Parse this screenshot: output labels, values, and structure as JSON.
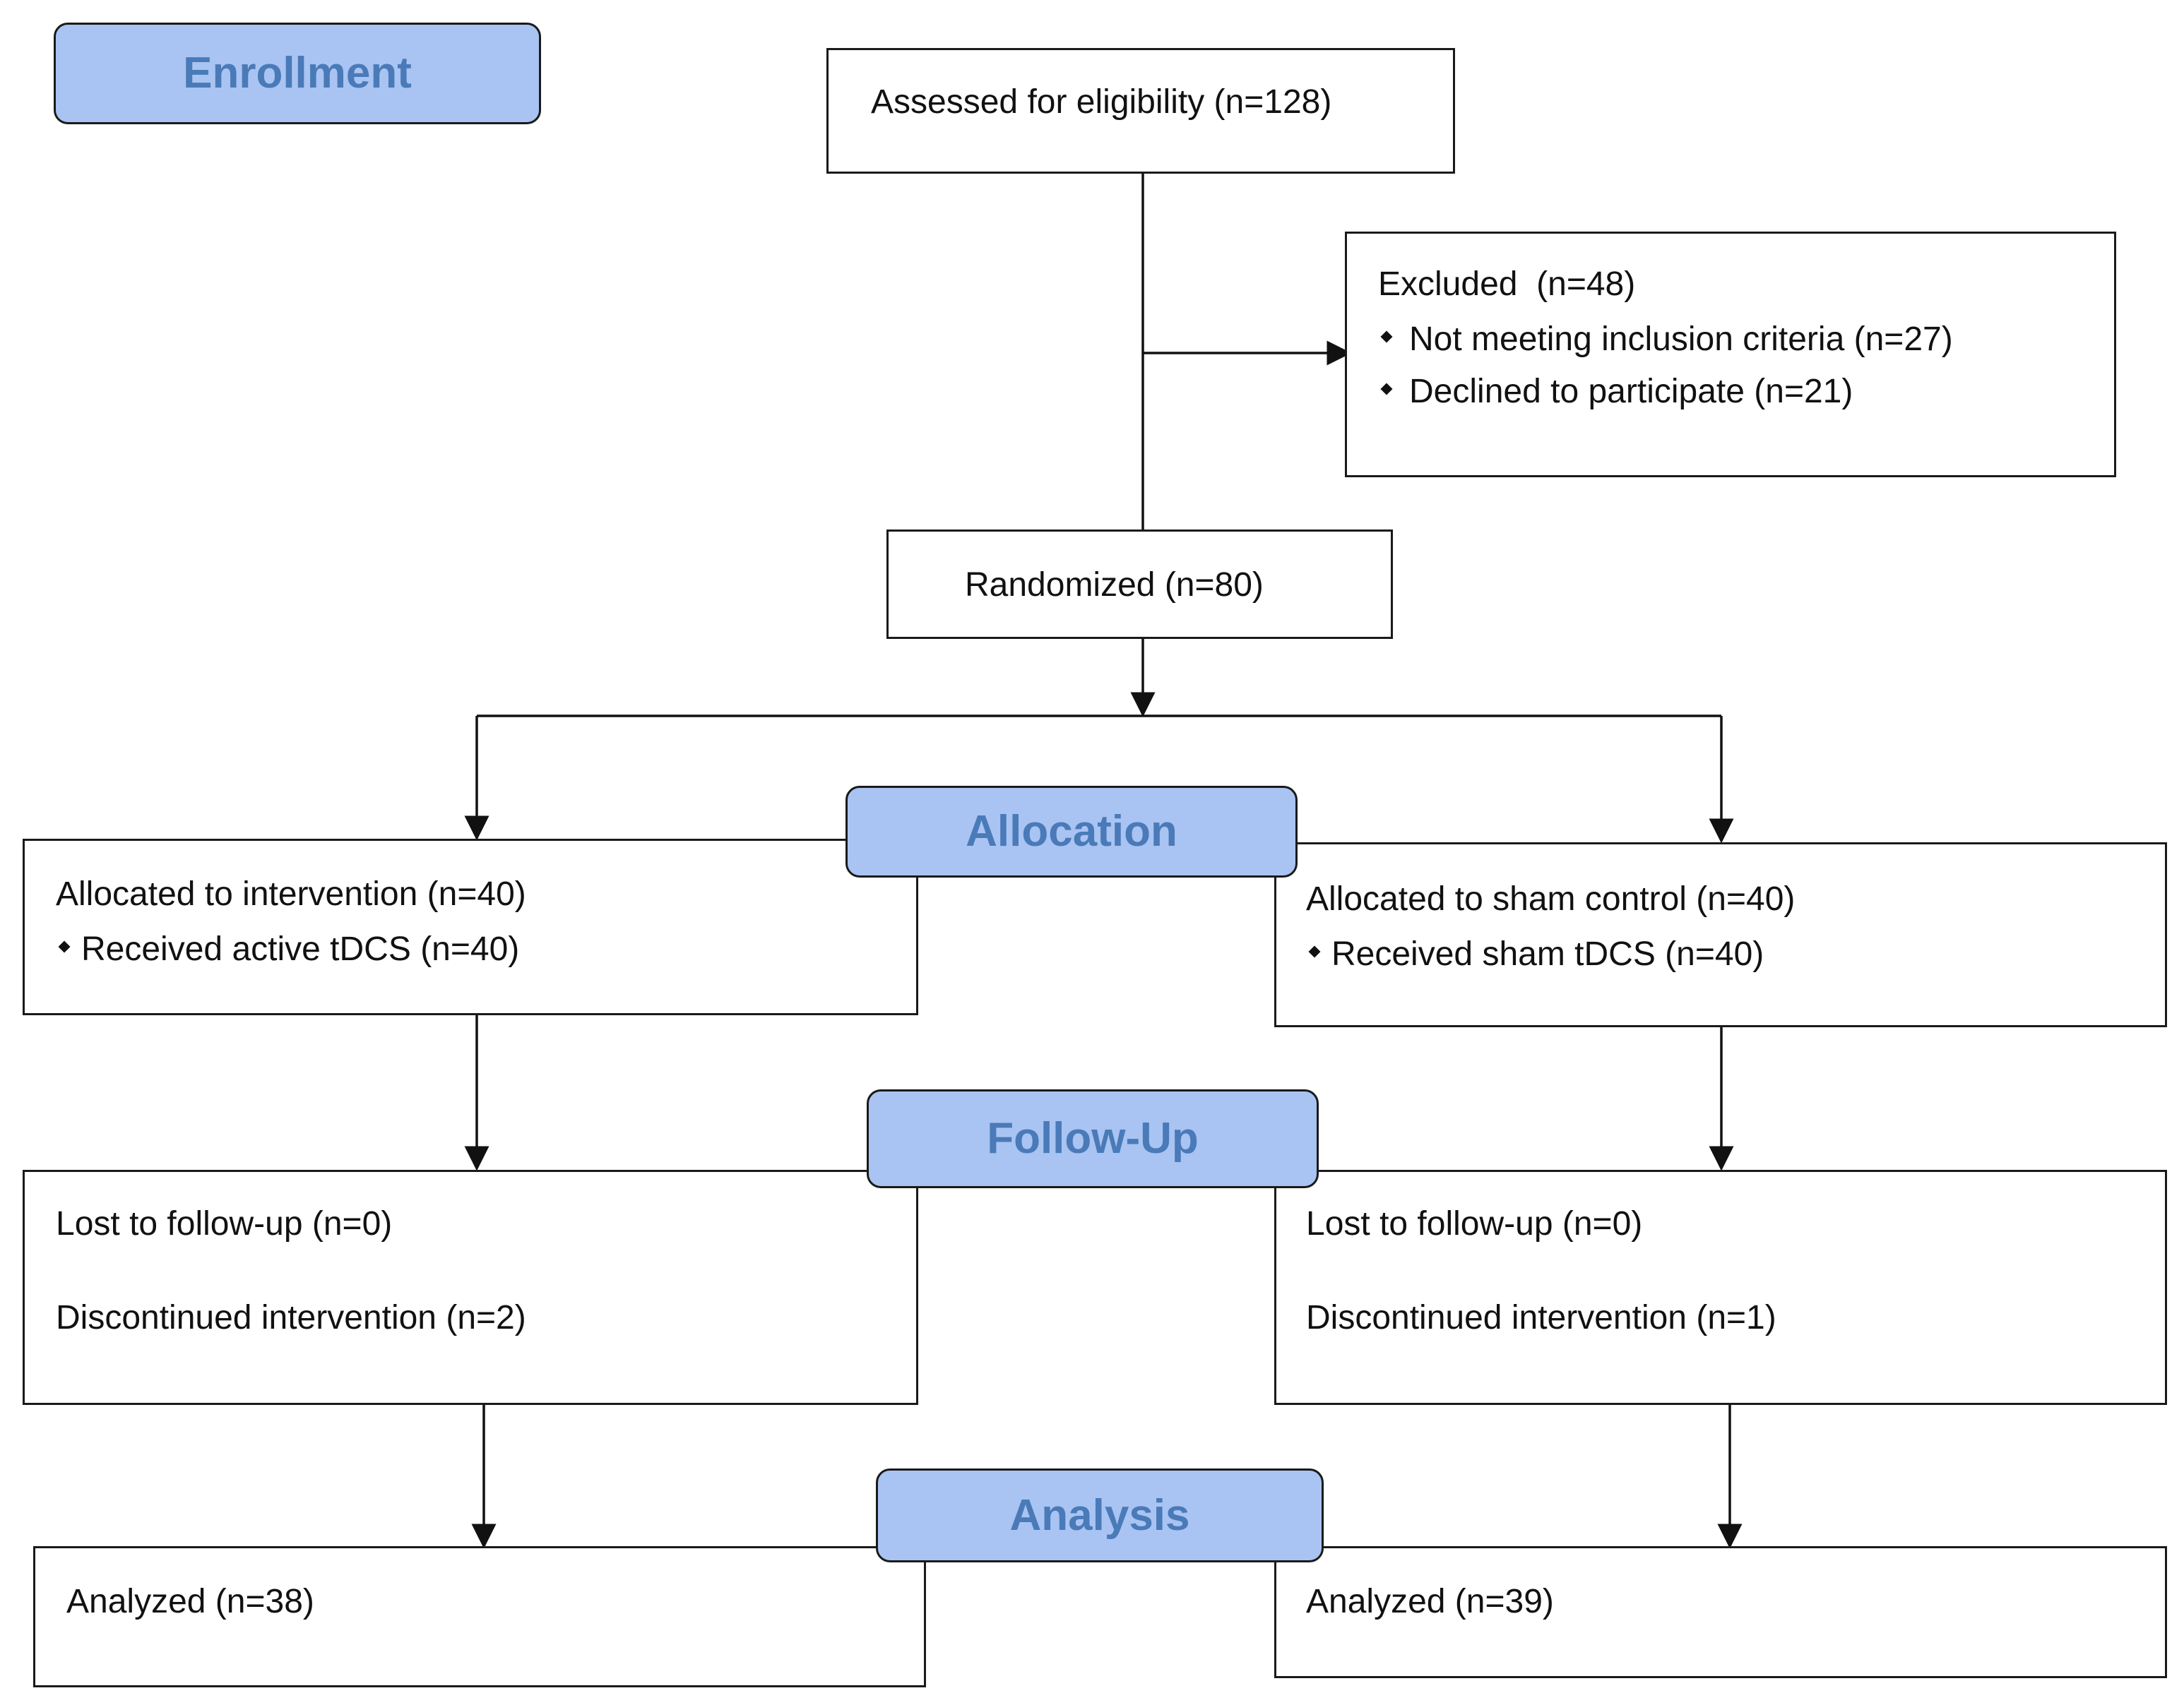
{
  "stages": {
    "enrollment": "Enrollment",
    "allocation": "Allocation",
    "follow_up": "Follow-Up",
    "analysis": "Analysis"
  },
  "assessed": "Assessed for eligibility (n=128)",
  "excluded": {
    "title": "Excluded  (n=48)",
    "reasons": [
      "Not meeting inclusion criteria (n=27)",
      "Declined to participate (n=21)"
    ]
  },
  "randomized": "Randomized (n=80)",
  "arms": {
    "intervention": {
      "allocated": "Allocated to intervention (n=40)",
      "received": "Received active tDCS (n=40)",
      "lost": "Lost to follow-up (n=0)",
      "discontinued": "Discontinued intervention (n=2)",
      "analyzed": "Analyzed (n=38)"
    },
    "control": {
      "allocated": "Allocated to sham control (n=40)",
      "received": "Received sham tDCS (n=40)",
      "lost": "Lost to follow-up (n=0)",
      "discontinued": "Discontinued intervention (n=1)",
      "analyzed": "Analyzed (n=39)"
    }
  }
}
